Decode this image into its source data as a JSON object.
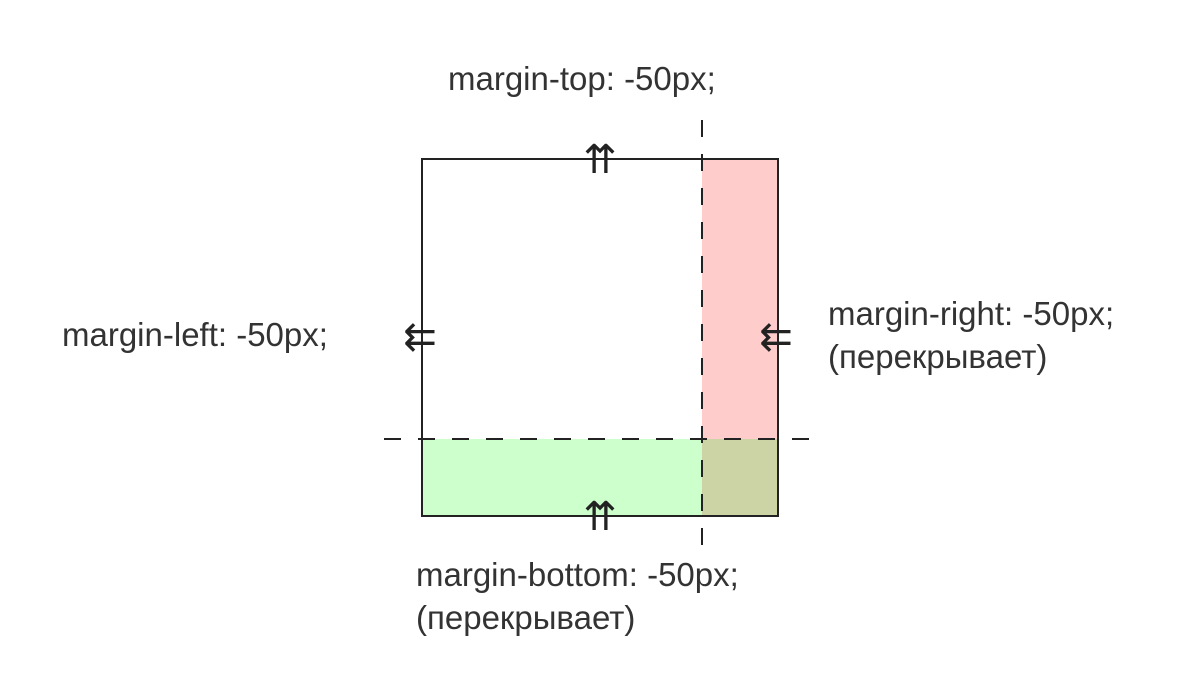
{
  "labels": {
    "margin_top": "margin-top: -50px;",
    "margin_left": "margin-left: -50px;",
    "margin_right": "margin-right: -50px;",
    "margin_right_note": "(перекрывает)",
    "margin_bottom": "margin-bottom: -50px;",
    "margin_bottom_note": "(перекрывает)"
  },
  "arrows": {
    "up": "⇈",
    "left": "⇇"
  },
  "colors": {
    "right_overlap": "#ffcccc",
    "bottom_overlap": "#ccffcc",
    "corner_overlap": "#ccd4a6",
    "stroke": "#222222",
    "text": "#333333"
  }
}
